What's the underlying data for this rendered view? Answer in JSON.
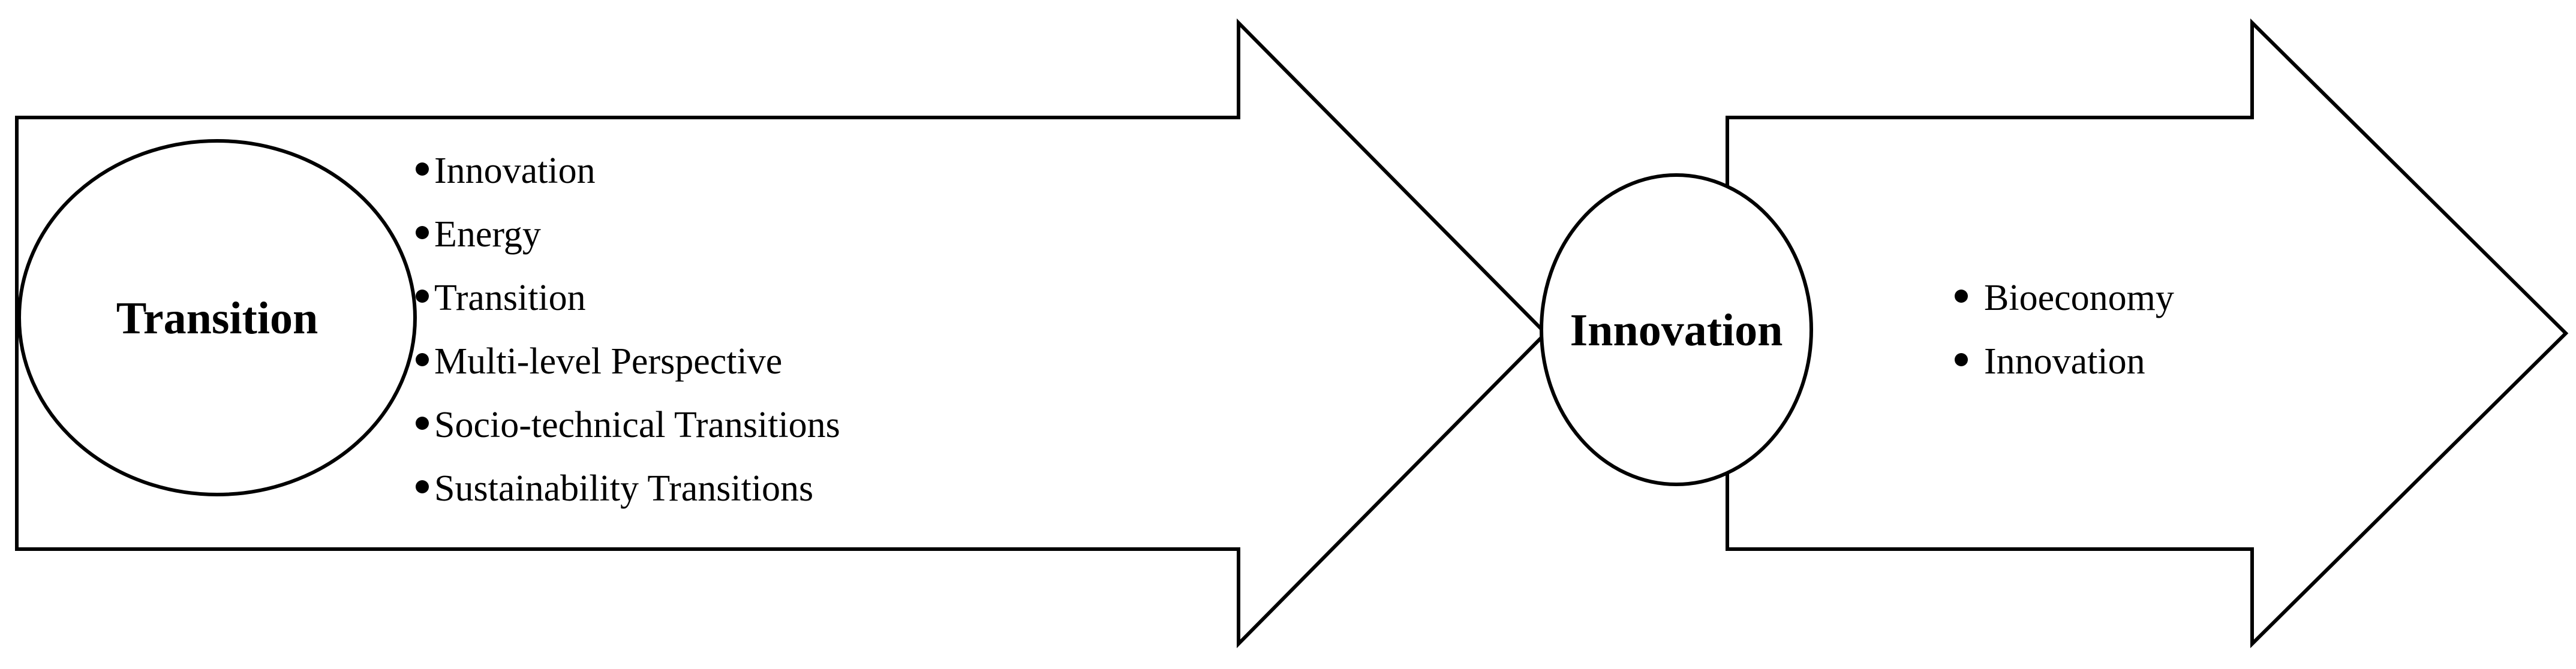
{
  "stages": [
    {
      "title": "Transition",
      "items": [
        "Innovation",
        "Energy",
        "Transition",
        "Multi-level Perspective",
        "Socio-technical Transitions",
        "Sustainability Transitions"
      ]
    },
    {
      "title": "Innovation",
      "items": [
        "Bioeconomy",
        "Innovation"
      ]
    }
  ],
  "colors": {
    "stroke": "#000000",
    "fill": "#ffffff",
    "text": "#000000"
  }
}
